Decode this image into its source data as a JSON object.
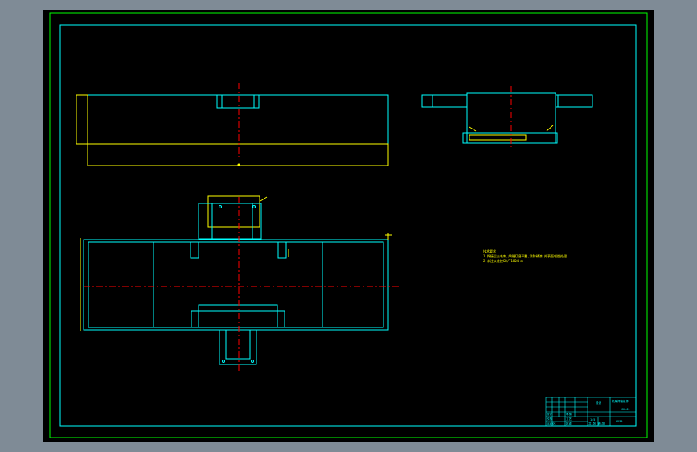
{
  "colors": {
    "background": "#7f8b96",
    "paper": "#000000",
    "frame_outer": "#00ff00",
    "frame_inner": "#00ffff",
    "outline": "#00ffff",
    "hidden": "#ffff00",
    "centerline": "#ff0000",
    "note_text": "#ffff00"
  },
  "notes": {
    "heading": "技术要求",
    "lines": [
      "1.焊接后去毛刺,焊缝打磨平整,涂防锈漆,外表面喷塑处理",
      "2.未注公差按GB/T1804-m"
    ]
  },
  "title_block": {
    "drawing_name": "机架焊接组件",
    "part_no": "JX-01",
    "material": "Q235",
    "scale": "1:5",
    "sheet": "共1张 第1张",
    "company": "设计",
    "rows": [
      "设计",
      "校核",
      "审核",
      "工艺",
      "标准化",
      "批准"
    ]
  }
}
